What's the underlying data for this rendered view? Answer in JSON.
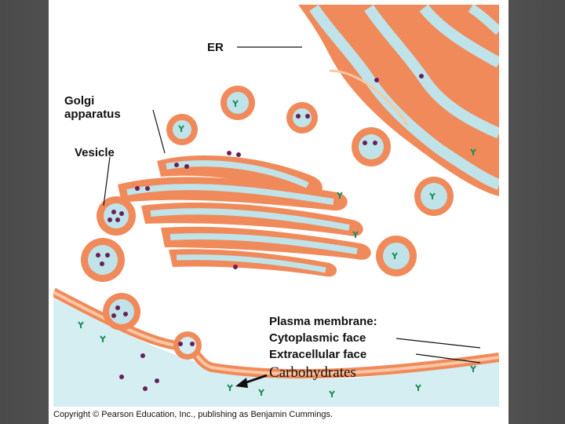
{
  "labels": {
    "er": "ER",
    "golgi": "Golgi\napparatus",
    "vesicle": "Vesicle",
    "plasma_membrane": "Plasma membrane:",
    "cytoplasmic_face": "Cytoplasmic face",
    "extracellular_face": "Extracellular face",
    "carbohydrates": "Carbohydrates"
  },
  "copyright": "Copyright © Pearson Education, Inc., publishing as Benjamin Cummings.",
  "colors": {
    "membrane_orange": "#f08a5a",
    "membrane_light": "#f9c7a5",
    "lumen_blue": "#bfe3e8",
    "extracellular_blue": "#d4eef2",
    "protein_purple": "#6a1f5a",
    "carb_green": "#1e8c5a"
  }
}
